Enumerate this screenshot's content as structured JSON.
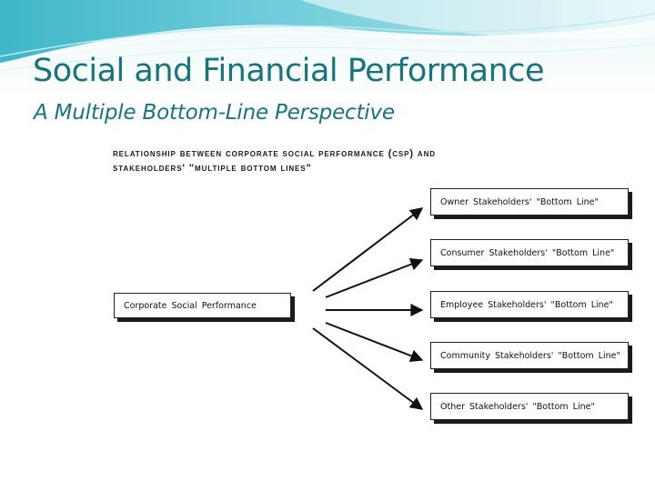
{
  "slide": {
    "title": "Social and Financial Performance",
    "subtitle": "A Multiple Bottom-Line Perspective"
  },
  "diagram": {
    "heading_line1": "Relationship Between Corporate Social Performance (CSP) and",
    "heading_line2": "Stakeholders' \"Multiple Bottom Lines\"",
    "source": "Corporate Social Performance",
    "targets": [
      "Owner Stakeholders' \"Bottom Line\"",
      "Consumer Stakeholders' \"Bottom Line\"",
      "Employee Stakeholders' \"Bottom Line\"",
      "Community Stakeholders' \"Bottom Line\"",
      "Other Stakeholders' \"Bottom Line\""
    ]
  },
  "colors": {
    "title": "#16747f",
    "swoosh_light": "#cdeef2",
    "swoosh_mid": "#7fd3df",
    "swoosh_dark": "#3fb7c9"
  }
}
